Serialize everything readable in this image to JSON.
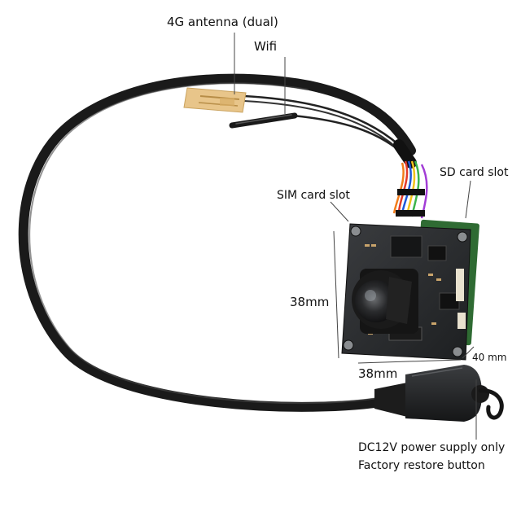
{
  "labels": {
    "antenna_4g": "4G antenna (dual)",
    "wifi": "Wifi",
    "sd_card_slot": "SD card slot",
    "sim_card_slot": "SIM card slot",
    "height_mm": "38mm",
    "width_mm": "38mm",
    "depth_mm": "40 mm",
    "power_supply": "DC12V power supply only",
    "factory_restore": "Factory restore button"
  }
}
